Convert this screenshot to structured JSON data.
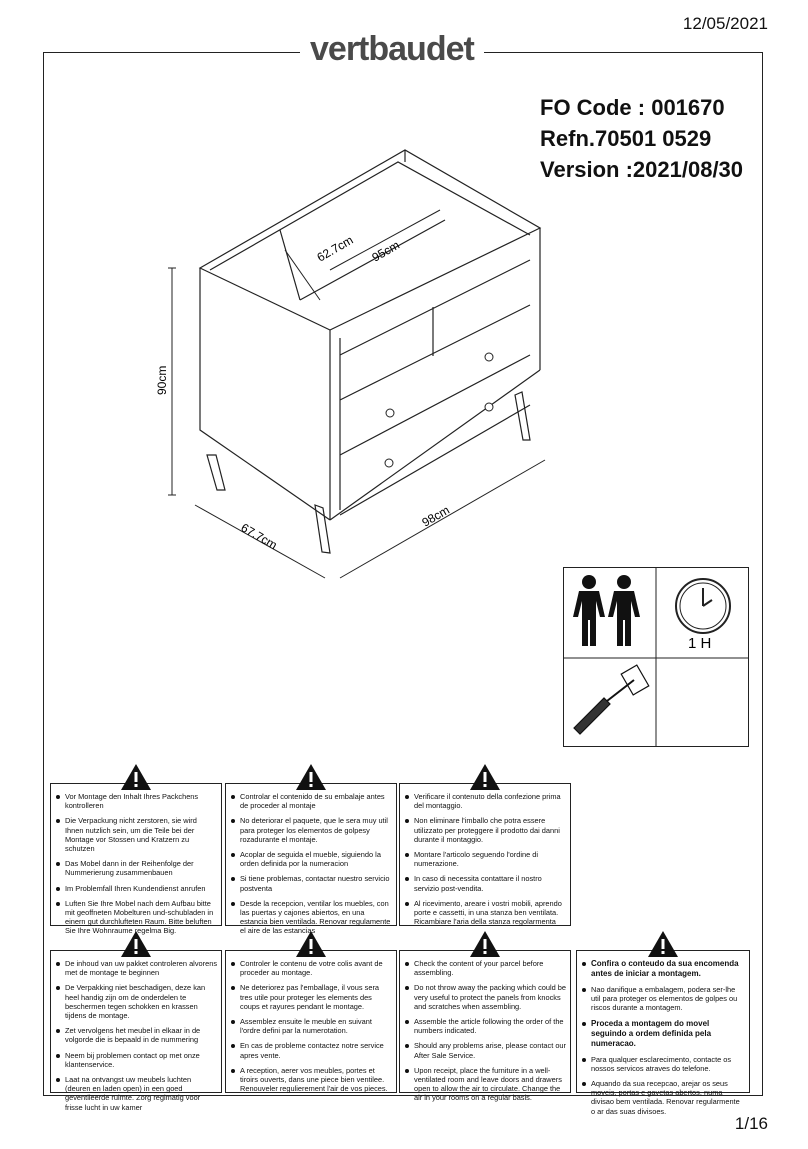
{
  "header": {
    "date": "12/05/2021",
    "brand": "vertbaudet"
  },
  "codes": {
    "fo_code": "FO Code : 001670",
    "refn": "Refn.70501 0529",
    "version": "Version :2021/08/30"
  },
  "dimensions": {
    "height": "90cm",
    "depth": "67.7cm",
    "width": "98cm",
    "inner_depth": "62.7cm",
    "inner_width": "95cm"
  },
  "assembly": {
    "people_icon": "two-people-icon",
    "clock_icon": "clock-icon",
    "time": "1 H",
    "tool_icon": "screwdriver-icon"
  },
  "warnings": {
    "de": [
      "Vor Montage den Inhalt Ihres Packchens kontrolleren",
      "Die Verpackung nicht zerstoren, sie wird Ihnen nutzlich sein, um die Teile bei der Montage vor Stossen und Kratzern zu schutzen",
      "Das Mobel dann in der Reihenfolge der Nummerierung zusammenbauen",
      "Im Problemfall Ihren Kundendienst anrufen",
      "Luften Sie Ihre Mobel nach dem Aufbau bitte mit geoffneten Mobelturen und-schubladen in einern gut durchlufteten Raum. Bitte beluften Sie Ihre Wohnraume regelma Big."
    ],
    "es": [
      "Controlar el contenido de su embalaje antes de proceder al montaje",
      "No deteriorar el paquete, que le sera muy util para proteger los elementos de golpesy rozadurante el montaje.",
      "Acoplar de seguida el mueble, siguiendo la orden definida por la numeracion",
      "Si tiene problemas, contactar nuestro servicio postventa",
      "Desde la recepcion, ventilar los muebles, con las puertas y cajones abiertos, en una estancia bien ventilada. Renovar regulamente el aire de las estancias"
    ],
    "it": [
      "Verificare il contenuto della confezione prima del montaggio.",
      "Non eliminare l'imballo che potra essere utilizzato per proteggere il prodotto dai danni durante il montaggio.",
      "Montare l'articolo seguendo l'ordine di numerazione.",
      "In caso di necessita contattare il nostro servizio post-vendita.",
      "Al ricevimento, areare i vostri mobili, aprendo porte e cassetti, in una stanza ben ventilata. Ricambiare l'aria della stanza regolarmenta"
    ],
    "nl": [
      "De inhoud van uw pakket controleren alvorens met de montage te beginnen",
      "De Verpakking niet beschadigen, deze kan heel handig zijn om de onderdelen te beschermen tegen schokken en krassen tijdens de montage.",
      "Zet vervolgens het meubel in elkaar in de volgorde die is bepaald in de nummering",
      "Neem bij problemen contact op met onze klantenservice.",
      "Laat na ontvangst uw meubels luchten (deuren en laden open) in een goed geventileerde ruimte. Zorg regimatig voor frisse lucht in uw kamer"
    ],
    "fr": [
      "Controler le contenu de votre colis avant de proceder au montage.",
      "Ne deteriorez pas l'emballage, il vous sera tres utile pour proteger les elements des coups et rayures pendant le montage.",
      "Assemblez ensuite le meuble en suivant l'ordre defini par la numerotation.",
      "En cas de probleme contactez notre service apres vente.",
      "A reception, aerer vos meubles, portes et tiroirs ouverts, dans une piece bien ventilee. Renouveler regulierement l'air de vos pieces."
    ],
    "en": [
      "Check the content of your parcel before assembling.",
      "Do not throw away the packing which could be very useful to protect the panels from knocks and scratches when assembling.",
      "Assemble the article following the order of the numbers indicated.",
      "Should any problems arise, please contact our After Sale Service.",
      "Upon receipt, place the furniture in a well-ventilated room and leave doors and drawers open to allow the air to circulate. Change the air in your rooms on a regular basis."
    ],
    "pt": [
      "Confira o conteudo da sua encomenda antes de iniciar a montagem.",
      "Nao danifique a embalagem, podera ser-lhe util para proteger os elementos de golpes ou riscos durante a montagem.",
      "Proceda a montagem do movel seguindo a ordem definida pela numeracao.",
      "Para qualquer esclarecimento, contacte os nossos servicos atraves do telefone.",
      "Aquando da sua recepcao, arejar os seus moveis, portas e gavetas abertos, numa divisao bem ventilada. Renovar regularmente o ar das suas divisoes."
    ]
  },
  "footer": {
    "page": "1/16"
  }
}
